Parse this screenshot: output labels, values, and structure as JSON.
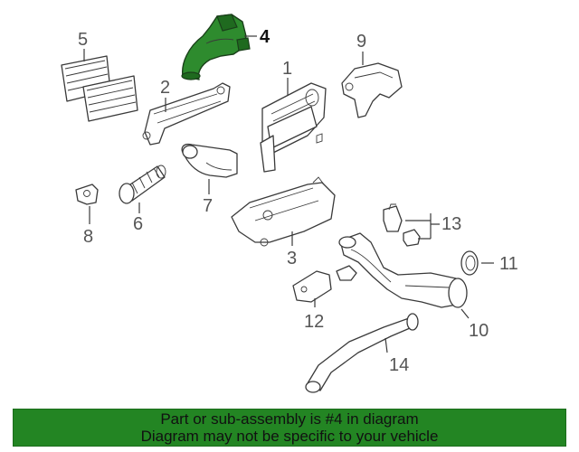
{
  "callouts": {
    "c1": "1",
    "c2": "2",
    "c3": "3",
    "c4": "4",
    "c5": "5",
    "c6": "6",
    "c7": "7",
    "c8": "8",
    "c9": "9",
    "c10": "10",
    "c11": "11",
    "c12": "12",
    "c13": "13",
    "c14": "14"
  },
  "highlight": {
    "part": "4",
    "color": "#2e8b2e"
  },
  "banner": {
    "line1": "Part or sub-assembly is #4 in diagram",
    "line2": "Diagram may not be specific to your vehicle",
    "color": "#238523"
  }
}
